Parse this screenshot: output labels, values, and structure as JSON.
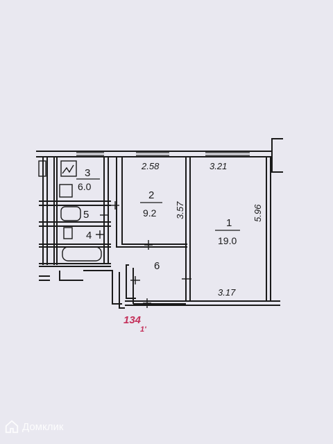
{
  "rooms": {
    "r1": {
      "number": "1",
      "area": "19.0"
    },
    "r2": {
      "number": "2",
      "area": "9.2"
    },
    "r3": {
      "number": "3",
      "area": "6.0"
    },
    "r4": {
      "number": "4"
    },
    "r5": {
      "number": "5"
    },
    "r6": {
      "number": "6"
    }
  },
  "dimensions": {
    "r2_width": "2.58",
    "r2_length": "3.57",
    "r1_top": "3.21",
    "r1_side": "5.96",
    "r1_bottom": "3.17"
  },
  "stamp": {
    "number": "134",
    "sub": "1'"
  },
  "watermark": {
    "text": "Домклик"
  },
  "colors": {
    "line": "#1a1a1a",
    "background": "#e9e8f0",
    "stamp": "#c4305a"
  }
}
